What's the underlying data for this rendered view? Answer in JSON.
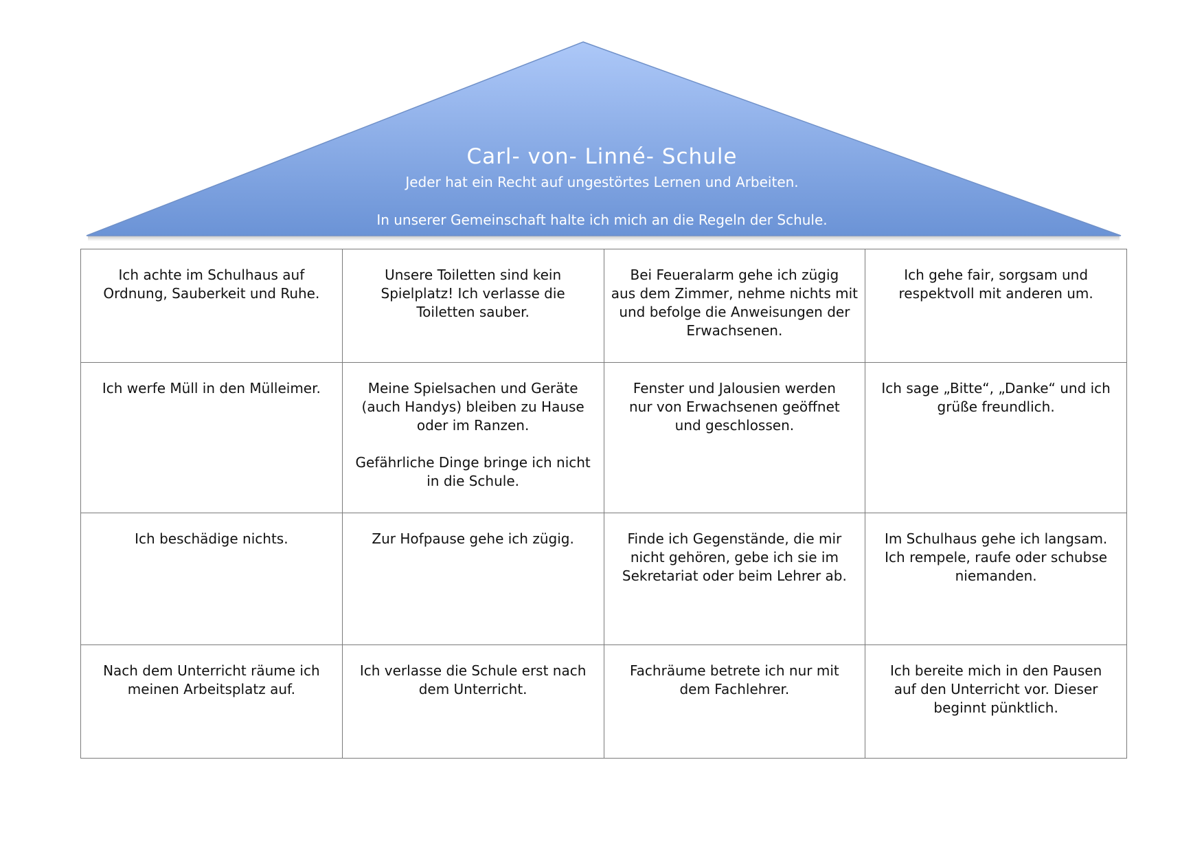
{
  "roof": {
    "title": "Carl- von- Linné- Schule",
    "line1": "Jeder hat ein Recht auf ungestörtes Lernen und Arbeiten.",
    "line2": "In unserer Gemeinschaft halte ich mich an die Regeln der Schule.",
    "gradient_top": "#adc8f8",
    "gradient_bottom": "#6b93d6"
  },
  "rules": [
    [
      "Ich achte im Schulhaus auf\nOrdnung, Sauberkeit und Ruhe.",
      "Unsere Toiletten sind kein\nSpielplatz! Ich verlasse die\nToiletten sauber.",
      "Bei Feueralarm gehe ich zügig\naus dem Zimmer, nehme nichts mit\nund befolge die Anweisungen der\nErwachsenen.",
      "Ich gehe fair, sorgsam und\nrespektvoll mit anderen um."
    ],
    [
      "Ich werfe Müll in den Mülleimer.",
      "Meine Spielsachen und Geräte\n(auch Handys) bleiben zu Hause\noder im Ranzen.\n\nGefährliche Dinge bringe ich nicht\nin die Schule.",
      "Fenster und Jalousien werden\nnur von Erwachsenen geöffnet\nund geschlossen.",
      "Ich sage „Bitte“, „Danke“ und ich\ngrüße freundlich."
    ],
    [
      "Ich beschädige nichts.",
      "Zur Hofpause gehe ich zügig.",
      "Finde ich Gegenstände, die mir\nnicht gehören, gebe ich sie im\nSekretariat oder beim Lehrer ab.",
      "Im Schulhaus gehe ich langsam.\nIch rempele, raufe oder schubse\nniemanden."
    ],
    [
      "Nach dem Unterricht räume ich\nmeinen Arbeitsplatz auf.",
      "Ich verlasse die Schule erst nach\ndem Unterricht.",
      "Fachräume betrete ich nur mit\ndem Fachlehrer.",
      "Ich bereite mich in den Pausen\nauf den Unterricht vor. Dieser\nbeginnt pünktlich."
    ]
  ]
}
